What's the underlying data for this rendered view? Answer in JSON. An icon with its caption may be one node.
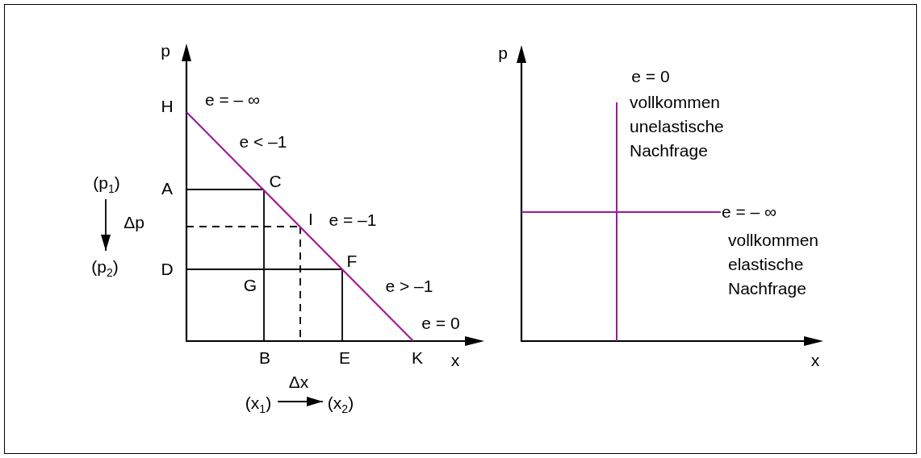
{
  "diagram": {
    "nodes": [
      {
        "text": [
          "(p$_{1}$)"
        ]
      },
      {
        "text": [
          "(p$_{2}$)"
        ]
      },
      {
        "text": [
          "(x$_{1}$)"
        ]
      },
      {
        "text": [
          "(x$_{2}$)"
        ]
      }
    ],
    "edges": [
      {
        "from": 0,
        "to": 1,
        "arrow": "to",
        "label": "Δp"
      },
      {
        "from": 2,
        "to": 3,
        "arrow": "to",
        "label": "Δx"
      }
    ],
    "labels": [
      "p",
      "H",
      "e = – ∞",
      "e < –1",
      "A",
      "C",
      "I",
      "e = –1",
      "D",
      "F",
      "G",
      "e > –1",
      "e = 0",
      "B",
      "E",
      "K",
      "x",
      "p",
      "e = 0",
      "vollkommen unelastische Nachfrage",
      "e = – ∞",
      "vollkommen elastische Nachfrage",
      "x"
    ]
  }
}
